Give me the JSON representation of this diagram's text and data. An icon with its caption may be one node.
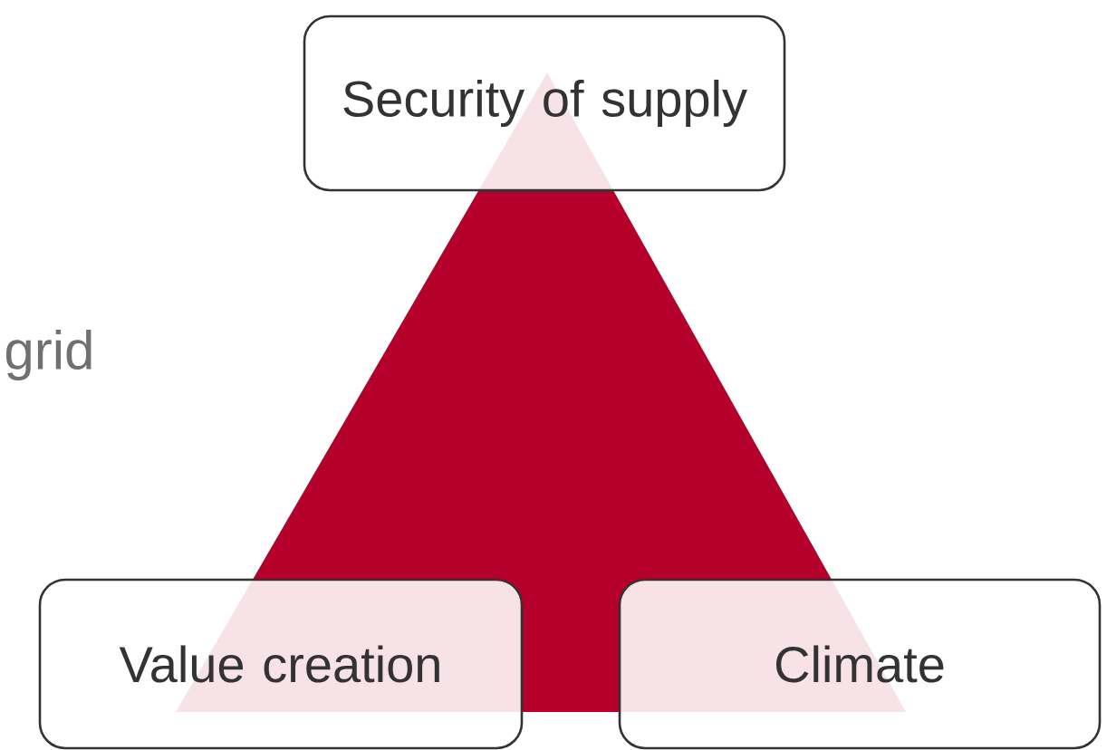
{
  "diagram": {
    "nodes": [
      {
        "text": [
          "Security of supply"
        ]
      },
      {
        "text": [
          "Value creation"
        ]
      },
      {
        "text": [
          "Climate"
        ]
      }
    ],
    "labels": [
      "grid"
    ]
  }
}
